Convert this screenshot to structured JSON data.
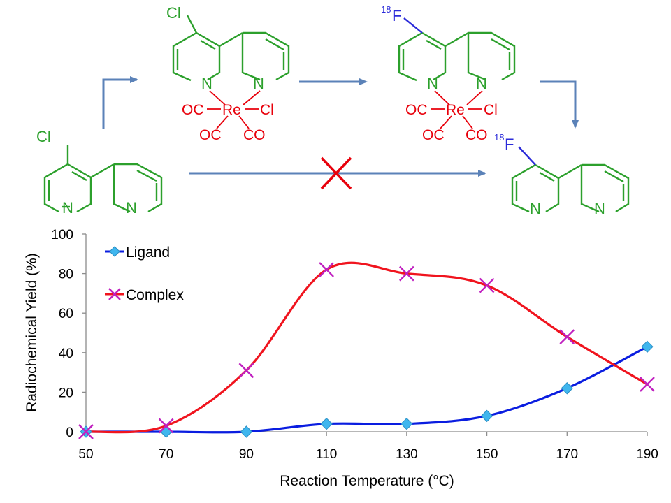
{
  "scheme": {
    "colors": {
      "ring": "#2ca02c",
      "metal": "#e8000b",
      "fluorine": "#2b2bd9",
      "arrow": "#5b82b8",
      "forbidden": "#e8000b"
    },
    "start": {
      "substituent": "Cl",
      "n1": "N",
      "n2": "N"
    },
    "complex_cl": {
      "substituent": "Cl",
      "n1": "N",
      "n2": "N",
      "ligand_oc_left": "OC",
      "metal": "Re",
      "ligand_cl_right": "Cl",
      "ligand_oc_bottom": "OC",
      "ligand_co_bottom": "CO"
    },
    "complex_f": {
      "isotope": "18",
      "substituent": "F",
      "n1": "N",
      "n2": "N",
      "ligand_oc_left": "OC",
      "metal": "Re",
      "ligand_cl_right": "Cl",
      "ligand_oc_bottom": "OC",
      "ligand_co_bottom": "CO"
    },
    "product": {
      "isotope": "18",
      "substituent": "F",
      "n1": "N",
      "n2": "N"
    }
  },
  "chart_data": {
    "type": "line",
    "xlabel": "Reaction Temperature (°C)",
    "ylabel": "Radiochemical Yield (%)",
    "x": [
      50,
      70,
      90,
      110,
      130,
      150,
      170,
      190
    ],
    "xticks": [
      "50",
      "70",
      "90",
      "110",
      "130",
      "150",
      "170",
      "190"
    ],
    "yticks": [
      "0",
      "20",
      "40",
      "60",
      "80",
      "100"
    ],
    "xlim": [
      50,
      190
    ],
    "ylim": [
      0,
      100
    ],
    "grid": false,
    "legend_position": "top-left",
    "smoothed": true,
    "series": [
      {
        "name": "Ligand",
        "values": [
          0,
          0,
          0,
          4,
          4,
          8,
          22,
          43
        ],
        "line_color": "#0a1de0",
        "marker": "diamond",
        "marker_color": "#3fb6ee"
      },
      {
        "name": "Complex",
        "values": [
          0,
          3,
          31,
          82,
          80,
          74,
          48,
          24
        ],
        "line_color": "#f0141e",
        "marker": "x",
        "marker_color": "#c020c0"
      }
    ]
  }
}
